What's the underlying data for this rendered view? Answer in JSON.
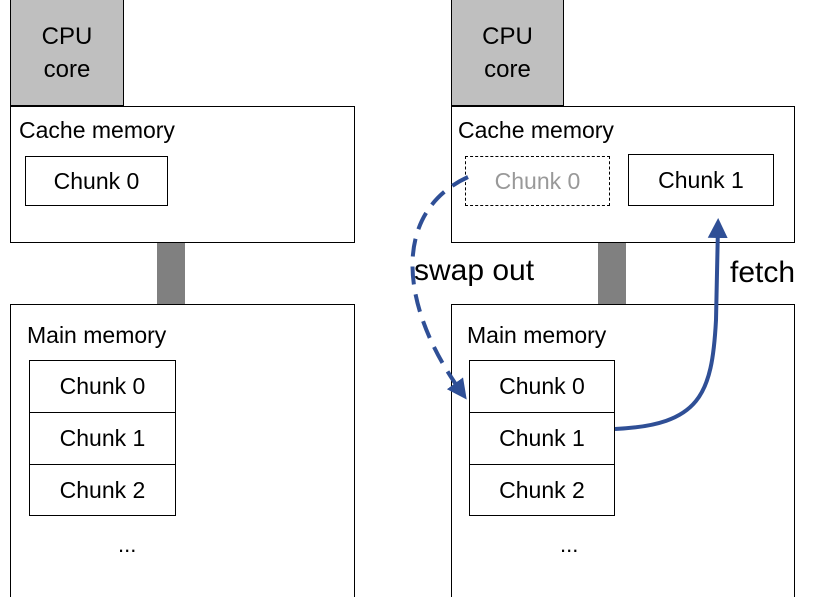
{
  "left": {
    "cpu_line1": "CPU",
    "cpu_line2": "core",
    "cache_label": "Cache memory",
    "cache_chunks": [
      "Chunk 0"
    ],
    "main_label": "Main memory",
    "main_chunks": [
      "Chunk 0",
      "Chunk 1",
      "Chunk 2"
    ],
    "ellipsis": "..."
  },
  "right": {
    "cpu_line1": "CPU",
    "cpu_line2": "core",
    "cache_label": "Cache memory",
    "cache_chunk_evicted": "Chunk 0",
    "cache_chunk_loaded": "Chunk 1",
    "main_label": "Main memory",
    "main_chunks": [
      "Chunk 0",
      "Chunk 1",
      "Chunk 2"
    ],
    "ellipsis": "..."
  },
  "arrows": {
    "swap_out": "swap out",
    "fetch": "fetch"
  },
  "colors": {
    "arrow": "#2f4f96",
    "cpu_fill": "#bfbfbf",
    "bus": "#808080",
    "evicted_text": "#999999"
  }
}
